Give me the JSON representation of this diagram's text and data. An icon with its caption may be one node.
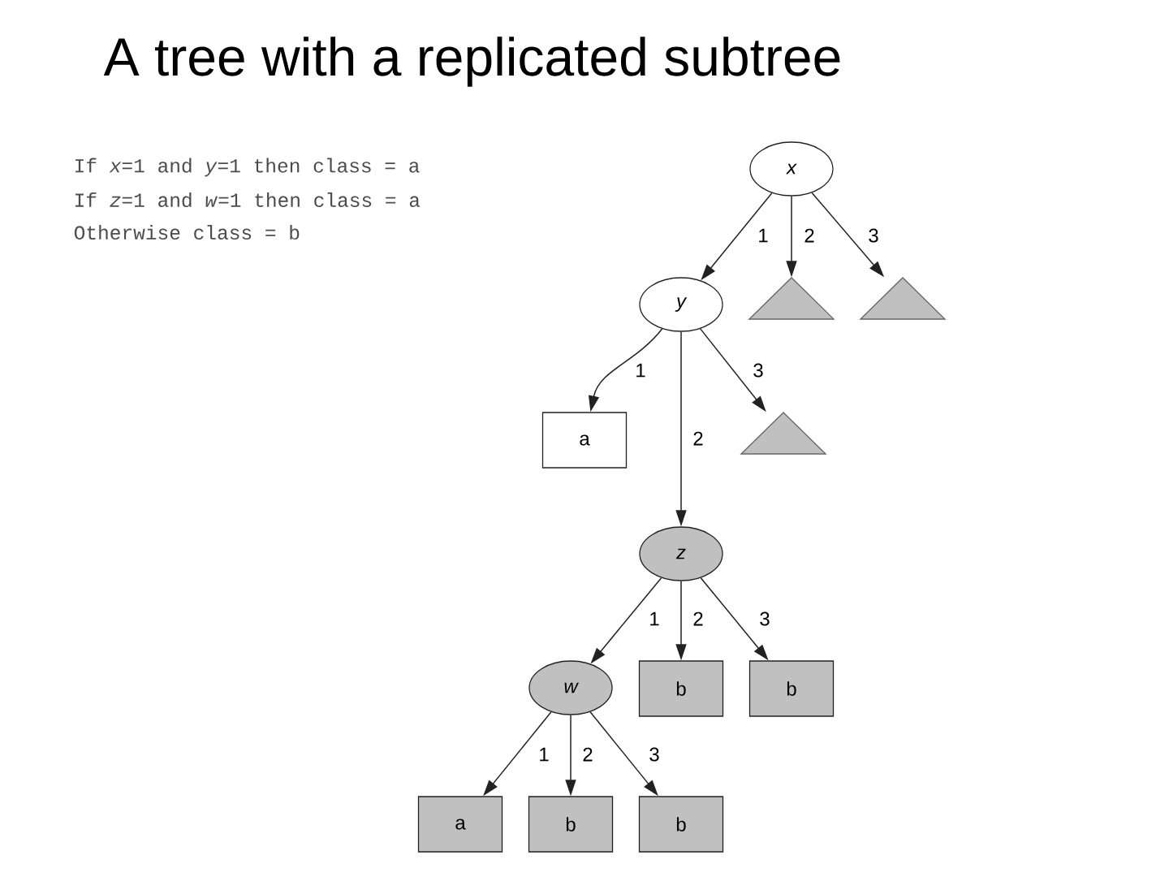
{
  "diagram": {
    "title": "A tree with a replicated subtree",
    "nodes": [
      {
        "text": [
          "x"
        ]
      },
      {
        "text": [
          "y"
        ]
      },
      {
        "text": [],
        "shape": "triangle"
      },
      {
        "text": [],
        "shape": "triangle"
      },
      {
        "text": [
          "a"
        ]
      },
      {
        "text": [],
        "shape": "triangle"
      },
      {
        "text": [
          "z"
        ]
      },
      {
        "text": [
          "w"
        ]
      },
      {
        "text": [
          "b"
        ]
      },
      {
        "text": [
          "b"
        ]
      },
      {
        "text": [
          "a"
        ]
      },
      {
        "text": [
          "b"
        ]
      },
      {
        "text": [
          "b"
        ]
      }
    ],
    "edges": [
      {
        "from": 0,
        "to": 1,
        "arrow": "to",
        "label": "1"
      },
      {
        "from": 0,
        "to": 2,
        "arrow": "to",
        "label": "2"
      },
      {
        "from": 0,
        "to": 3,
        "arrow": "to",
        "label": "3"
      },
      {
        "from": 1,
        "to": 4,
        "arrow": "to",
        "label": "1"
      },
      {
        "from": 1,
        "to": 6,
        "arrow": "to",
        "label": "2"
      },
      {
        "from": 1,
        "to": 5,
        "arrow": "to",
        "label": "3"
      },
      {
        "from": 6,
        "to": 7,
        "arrow": "to",
        "label": "1"
      },
      {
        "from": 6,
        "to": 8,
        "arrow": "to",
        "label": "2"
      },
      {
        "from": 6,
        "to": 9,
        "arrow": "to",
        "label": "3"
      },
      {
        "from": 7,
        "to": 10,
        "arrow": "to",
        "label": "1"
      },
      {
        "from": 7,
        "to": 11,
        "arrow": "to",
        "label": "2"
      },
      {
        "from": 7,
        "to": 12,
        "arrow": "to",
        "label": "3"
      }
    ],
    "labels": [
      "If *x*=1 and *y*=1 then class = a",
      "If *z*=1 and *w*=1 then class = a",
      "Otherwise class = b"
    ]
  }
}
